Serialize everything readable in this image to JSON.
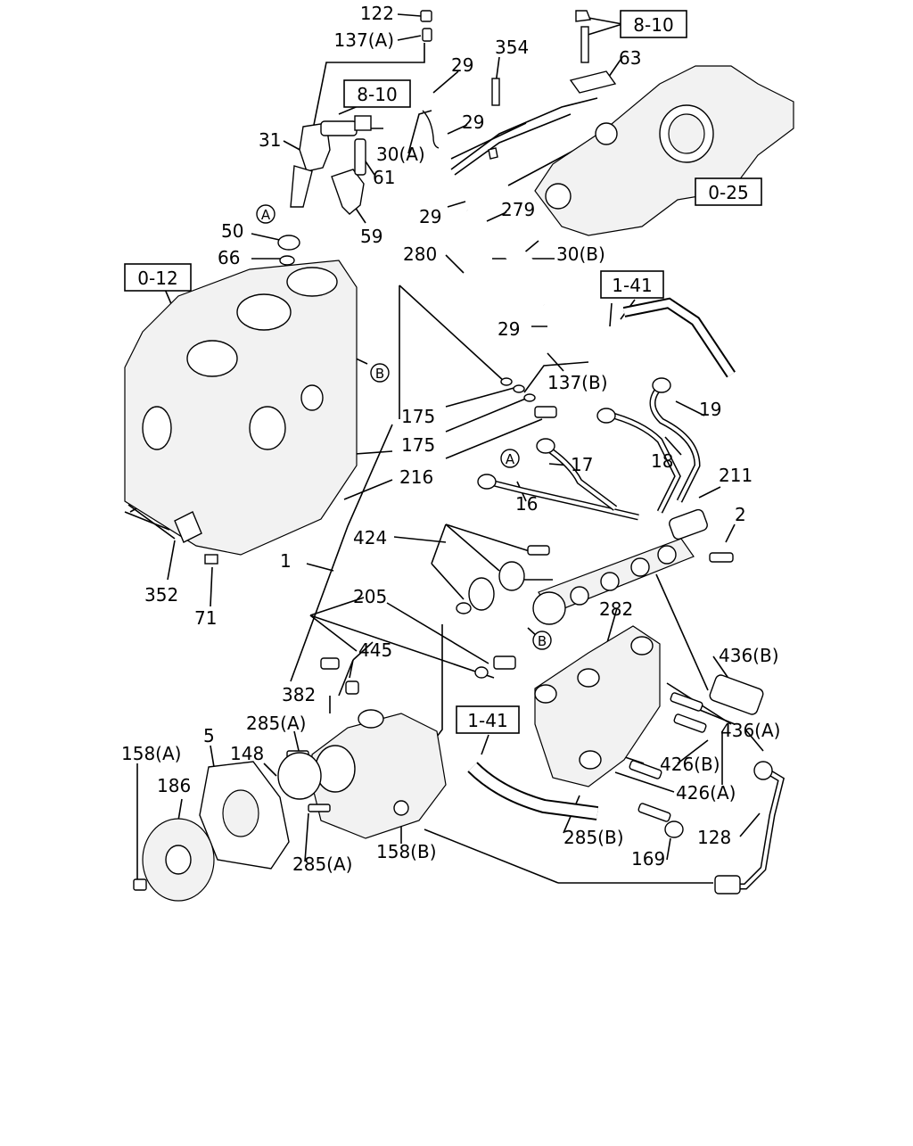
{
  "diagram": {
    "callouts": [
      {
        "id": "c122",
        "text": "122"
      },
      {
        "id": "c137a",
        "text": "137(A)"
      },
      {
        "id": "c29a",
        "text": "29"
      },
      {
        "id": "c29b",
        "text": "29"
      },
      {
        "id": "c29c",
        "text": "29"
      },
      {
        "id": "c29d",
        "text": "29"
      },
      {
        "id": "c354",
        "text": "354"
      },
      {
        "id": "c63",
        "text": "63"
      },
      {
        "id": "c31",
        "text": "31"
      },
      {
        "id": "c30a",
        "text": "30(A)"
      },
      {
        "id": "c61",
        "text": "61"
      },
      {
        "id": "c59",
        "text": "59"
      },
      {
        "id": "c50",
        "text": "50"
      },
      {
        "id": "c66",
        "text": "66"
      },
      {
        "id": "c279",
        "text": "279"
      },
      {
        "id": "c280",
        "text": "280"
      },
      {
        "id": "c30b",
        "text": "30(B)"
      },
      {
        "id": "c137b",
        "text": "137(B)"
      },
      {
        "id": "c175a",
        "text": "175"
      },
      {
        "id": "c175b",
        "text": "175"
      },
      {
        "id": "c216",
        "text": "216"
      },
      {
        "id": "c19",
        "text": "19"
      },
      {
        "id": "c18",
        "text": "18"
      },
      {
        "id": "c17",
        "text": "17"
      },
      {
        "id": "c16",
        "text": "16"
      },
      {
        "id": "c211",
        "text": "211"
      },
      {
        "id": "c2",
        "text": "2"
      },
      {
        "id": "c424",
        "text": "424"
      },
      {
        "id": "c1",
        "text": "1"
      },
      {
        "id": "c352",
        "text": "352"
      },
      {
        "id": "c71",
        "text": "71"
      },
      {
        "id": "c205",
        "text": "205"
      },
      {
        "id": "c282",
        "text": "282"
      },
      {
        "id": "c445",
        "text": "445"
      },
      {
        "id": "c436b",
        "text": "436(B)"
      },
      {
        "id": "c382",
        "text": "382"
      },
      {
        "id": "c436a",
        "text": "436(A)"
      },
      {
        "id": "c285a1",
        "text": "285(A)"
      },
      {
        "id": "c158a",
        "text": "158(A)"
      },
      {
        "id": "c5",
        "text": "5"
      },
      {
        "id": "c148",
        "text": "148"
      },
      {
        "id": "c186",
        "text": "186"
      },
      {
        "id": "c426b",
        "text": "426(B)"
      },
      {
        "id": "c426a",
        "text": "426(A)"
      },
      {
        "id": "c285b",
        "text": "285(B)"
      },
      {
        "id": "c128",
        "text": "128"
      },
      {
        "id": "c169",
        "text": "169"
      },
      {
        "id": "c285a2",
        "text": "285(A)"
      },
      {
        "id": "c158b",
        "text": "158(B)"
      }
    ],
    "ref_boxes": [
      {
        "id": "r810a",
        "text": "8-10"
      },
      {
        "id": "r810b",
        "text": "8-10"
      },
      {
        "id": "r025",
        "text": "0-25"
      },
      {
        "id": "r012",
        "text": "0-12"
      },
      {
        "id": "r141a",
        "text": "1-41"
      },
      {
        "id": "r141b",
        "text": "1-41"
      }
    ],
    "markers": [
      {
        "id": "mA1",
        "text": "A"
      },
      {
        "id": "mB1",
        "text": "B"
      },
      {
        "id": "mA2",
        "text": "A"
      },
      {
        "id": "mB2",
        "text": "B"
      }
    ]
  }
}
